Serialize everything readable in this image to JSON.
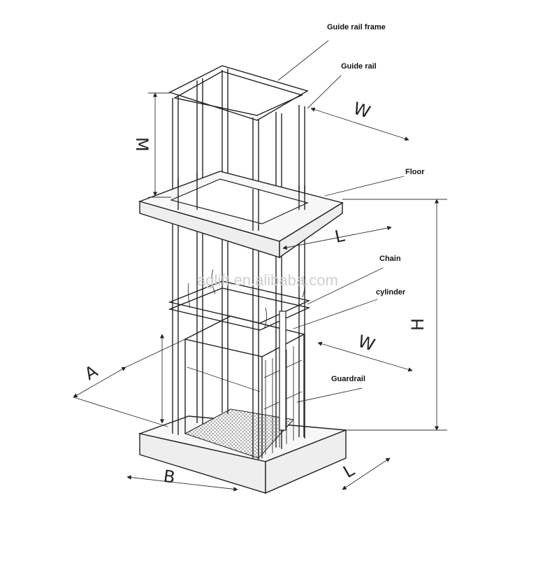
{
  "labels": {
    "guide_rail_frame": "Guide rail frame",
    "guide_rail": "Guide rail",
    "floor": "Floor",
    "chain": "Chain",
    "cylinder": "cylinder",
    "guardrail": "Guardrail"
  },
  "dimensions": {
    "M": "M",
    "W_top": "W",
    "L_top": "L",
    "H": "H",
    "W_bottom": "W",
    "A": "A",
    "B": "B",
    "L_bottom": "L"
  },
  "watermark": "aglift.en.alibaba.com"
}
